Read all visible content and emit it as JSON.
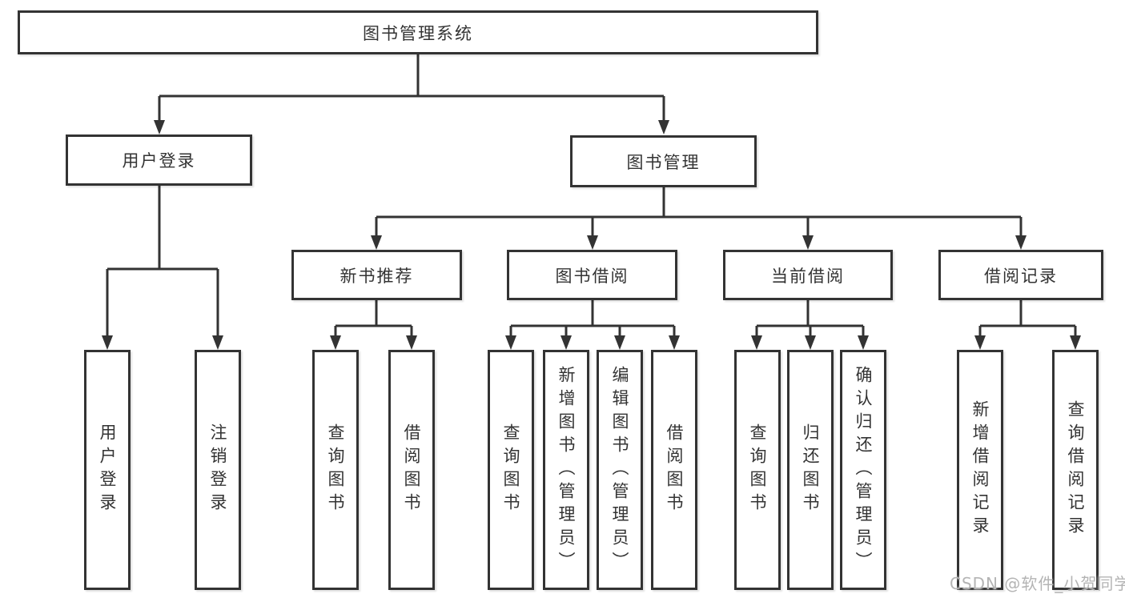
{
  "nodes": {
    "root": "图书管理系统",
    "user_login": "用户登录",
    "book_mgmt": "图书管理",
    "new_book_rec": "新书推荐",
    "book_borrow": "图书借阅",
    "current_borrow": "当前借阅",
    "borrow_record": "借阅记录",
    "leaf_user_login": "用户登录",
    "leaf_logout": "注销登录",
    "rec_query_book": "查询图书",
    "rec_borrow_book": "借阅图书",
    "bb_query_book": "查询图书",
    "bb_add_book": "新增图书（管理员）",
    "bb_edit_book": "编辑图书（管理员）",
    "bb_borrow_book": "借阅图书",
    "cb_query_book": "查询图书",
    "cb_return_book": "归还图书",
    "cb_confirm_return": "确认归还（管理员）",
    "br_add_record": "新增借阅记录",
    "br_query_record": "查询借阅记录"
  },
  "colors": {
    "line": "#333333",
    "box_fill": "#ffffff",
    "watermark": "#b4b4b4"
  },
  "watermark": "CSDN @软件_小贺同学"
}
